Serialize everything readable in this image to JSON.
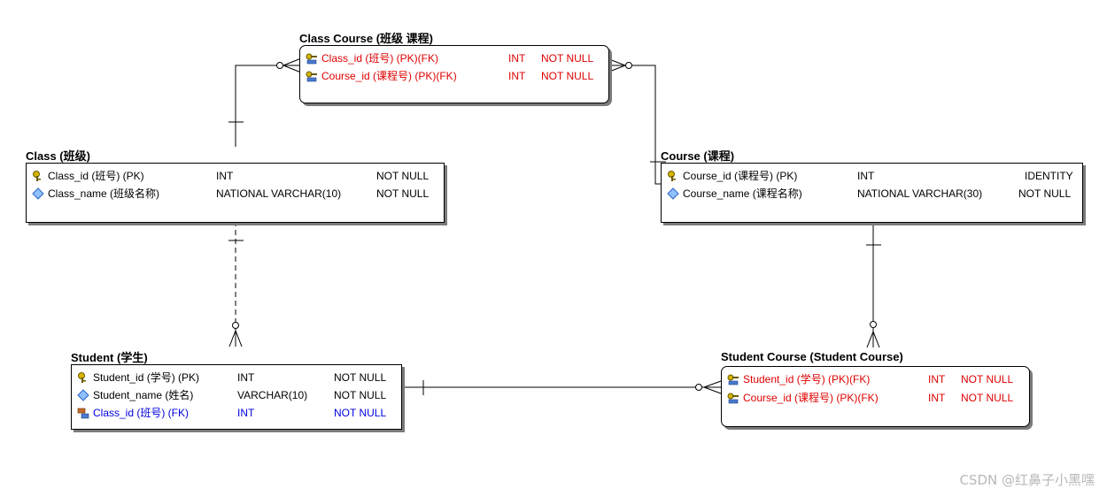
{
  "entities": {
    "class_course": {
      "title": "Class Course (班级 课程)",
      "rows": [
        {
          "name": "Class_id (班号) (PK)(FK)",
          "type": "INT",
          "null": "NOT NULL"
        },
        {
          "name": "Course_id (课程号) (PK)(FK)",
          "type": "INT",
          "null": "NOT NULL"
        }
      ]
    },
    "class": {
      "title": "Class (班级)",
      "rows": [
        {
          "name": "Class_id (班号) (PK)",
          "type": "INT",
          "null": "NOT NULL"
        },
        {
          "name": "Class_name (班级名称)",
          "type": "NATIONAL VARCHAR(10)",
          "null": "NOT NULL"
        }
      ]
    },
    "course": {
      "title": "Course (课程)",
      "rows": [
        {
          "name": "Course_id (课程号) (PK)",
          "type": "INT",
          "null": "IDENTITY"
        },
        {
          "name": "Course_name (课程名称)",
          "type": "NATIONAL VARCHAR(30)",
          "null": "NOT NULL"
        }
      ]
    },
    "student": {
      "title": "Student (学生)",
      "rows": [
        {
          "name": "Student_id (学号) (PK)",
          "type": "INT",
          "null": "NOT NULL"
        },
        {
          "name": "Student_name (姓名)",
          "type": "VARCHAR(10)",
          "null": "NOT NULL"
        },
        {
          "name": "Class_id (班号) (FK)",
          "type": "INT",
          "null": "NOT NULL"
        }
      ]
    },
    "student_course": {
      "title": "Student Course (Student Course)",
      "rows": [
        {
          "name": "Student_id (学号) (PK)(FK)",
          "type": "INT",
          "null": "NOT NULL"
        },
        {
          "name": "Course_id (课程号) (PK)(FK)",
          "type": "INT",
          "null": "NOT NULL"
        }
      ]
    }
  },
  "watermark": "CSDN @红鼻子小黑嘿",
  "colors": {
    "fk_pk": "#e00000",
    "fk": "#0000e0",
    "shadow": "#7a7a7a",
    "watermark": "#b8b8b8"
  },
  "icons": {
    "pk": "key-icon",
    "attr": "attribute-diamond-icon",
    "pkfk": "foreign-primary-key-icon",
    "fk": "foreign-key-icon"
  }
}
